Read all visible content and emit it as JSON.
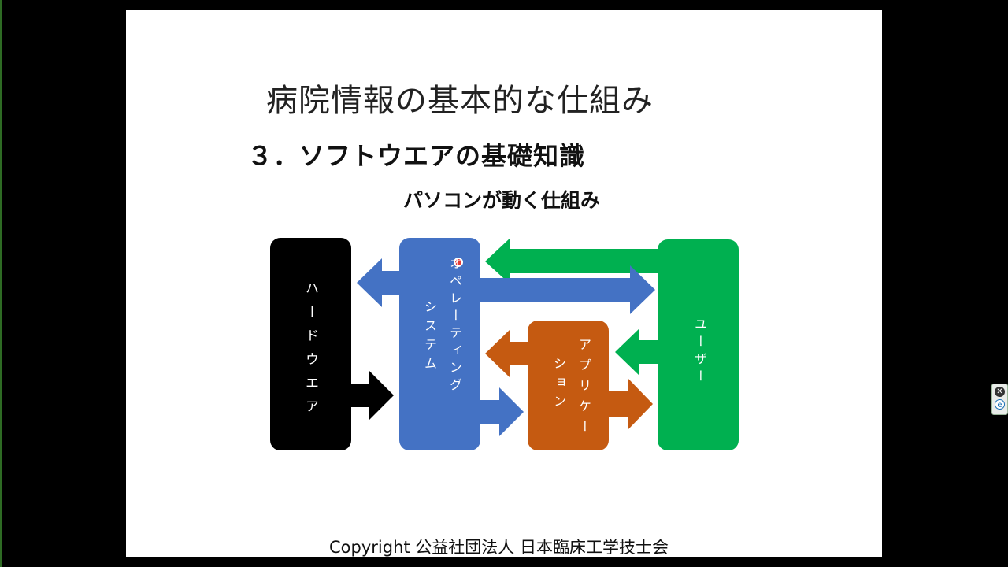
{
  "slide": {
    "title": "病院情報の基本的な仕組み",
    "subtitle": "３．ソフトウエアの基礎知識",
    "caption": "パソコンが動く仕組み",
    "copyright": "Copyright 公益社団法人 日本臨床工学技士会"
  },
  "diagram": {
    "hardware": {
      "label": "ハードウエア",
      "color": "#000000"
    },
    "os": {
      "label_line1": "オペレーティング",
      "label_line2": "システム",
      "color": "#4472c4"
    },
    "application": {
      "label_line1": "アプリケー",
      "label_line2": "ション",
      "color": "#c55a11"
    },
    "user": {
      "label": "ユーザー",
      "color": "#00b050"
    }
  },
  "widget": {
    "close": "✕",
    "e": "e"
  }
}
